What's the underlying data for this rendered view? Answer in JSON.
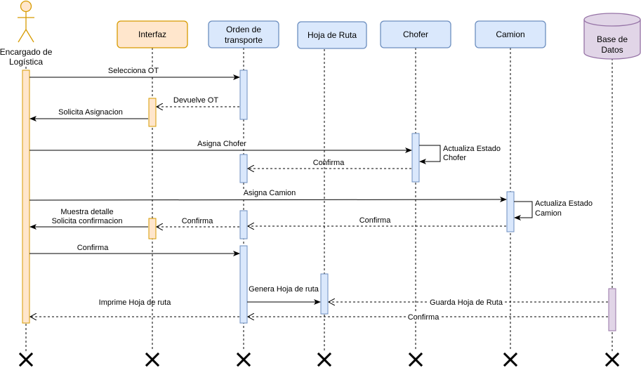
{
  "participants": {
    "actor": {
      "label_line1": "Encargado de",
      "label_line2": "Logística"
    },
    "interfaz": {
      "label": "Interfaz"
    },
    "orden": {
      "label_line1": "Orden de",
      "label_line2": "transporte"
    },
    "hoja": {
      "label": "Hoja de Ruta"
    },
    "chofer": {
      "label": "Chofer"
    },
    "camion": {
      "label": "Camion"
    },
    "bd": {
      "label_line1": "Base de",
      "label_line2": "Datos"
    }
  },
  "messages": {
    "m1": "Selecciona OT",
    "m2": "Devuelve OT",
    "m3": "Solicita Asignacion",
    "m4": "Asigna Chofer",
    "m5_line1": "Actualiza Estado",
    "m5_line2": "Chofer",
    "m6": "Confirma",
    "m7": "Asigna Camion",
    "m8_line1": "Actualiza Estado",
    "m8_line2": "Camion",
    "m9": "Confirma",
    "m10": "Confirma",
    "m11_line1": "Muestra detalle",
    "m11_line2": "Solicita confirmacion",
    "m12": "Confirma",
    "m13": "Genera Hoja de ruta",
    "m14": "Guarda Hoja de Ruta",
    "m15": "Imprime Hoja de ruta",
    "m16": "Confirma"
  },
  "colors": {
    "actor_fill": "#ffe6cc",
    "actor_stroke": "#d79b00",
    "blue_fill": "#dae8fc",
    "blue_stroke": "#6c8ebf",
    "db_fill": "#e1d5e7",
    "db_stroke": "#9673a6",
    "line": "#000000"
  }
}
